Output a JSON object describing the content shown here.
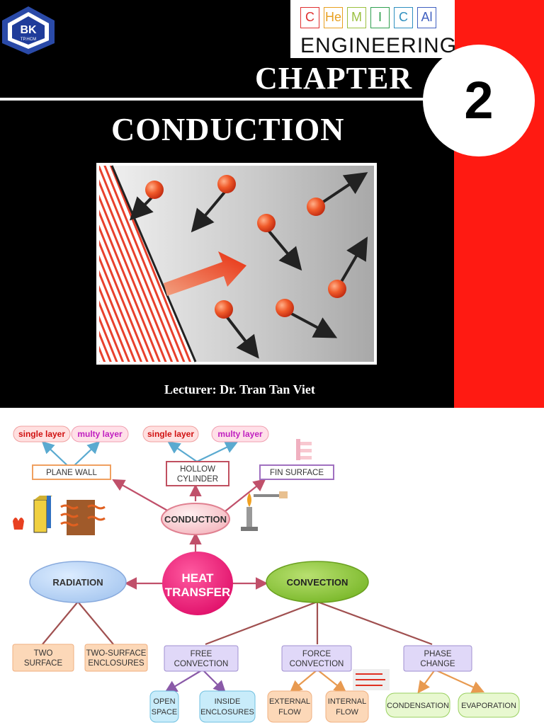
{
  "slide": {
    "logo_text": "BK",
    "logo_sub": "TP.HCM",
    "chem_elements": [
      {
        "symbol": "C",
        "color": "#e03030"
      },
      {
        "symbol": "He",
        "color": "#e8a020"
      },
      {
        "symbol": "M",
        "color": "#9bc040"
      },
      {
        "symbol": "I",
        "color": "#30a050"
      },
      {
        "symbol": "C",
        "color": "#3090c0"
      },
      {
        "symbol": "Al",
        "color": "#4060c0"
      }
    ],
    "engineering": "ENGINEERING",
    "chapter_label": "CHAPTER",
    "chapter_number": "2",
    "title": "CONDUCTION",
    "lecturer": "Lecturer: Dr. Tran Tan Viet"
  },
  "mindmap": {
    "center": [
      "HEAT",
      "TRANSFER"
    ],
    "conduction": "CONDUCTION",
    "radiation": "RADIATION",
    "convection": "CONVECTION",
    "plane_wall": "PLANE WALL",
    "hollow_cylinder": [
      "HOLLOW",
      "CYLINDER"
    ],
    "fin_surface": "FIN SURFACE",
    "single_layer": "single layer",
    "multy_layer": "multy layer",
    "two_surface": [
      "TWO",
      "SURFACE"
    ],
    "two_surface_enclosures": [
      "TWO-SURFACE",
      "ENCLOSURES"
    ],
    "free_convection": [
      "FREE",
      "CONVECTION"
    ],
    "force_convection": [
      "FORCE",
      "CONVECTION"
    ],
    "phase_change": [
      "PHASE",
      "CHANGE"
    ],
    "open_space": [
      "OPEN",
      "SPACE"
    ],
    "inside_enclosures": [
      "INSIDE",
      "ENCLOSURES"
    ],
    "external_flow": [
      "EXTERNAL",
      "FLOW"
    ],
    "internal_flow": [
      "INTERNAL",
      "FLOW"
    ],
    "condensation": "CONDENSATION",
    "evaporation": "EVAPORATION"
  }
}
